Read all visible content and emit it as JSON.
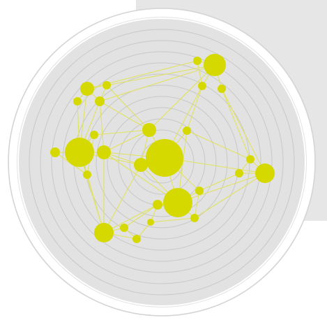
{
  "colors": {
    "background": "#ffffff",
    "panel": "#e6e6e6",
    "disc": "#e2e2e2",
    "ring": "#c8c8c8",
    "outer_ring": "#d4d4d4",
    "node": "#d5d900",
    "edge": "#e1e35e"
  },
  "illustration": {
    "type": "network-graph-over-concentric-rings",
    "ring_count": 12,
    "node_count": 28
  }
}
